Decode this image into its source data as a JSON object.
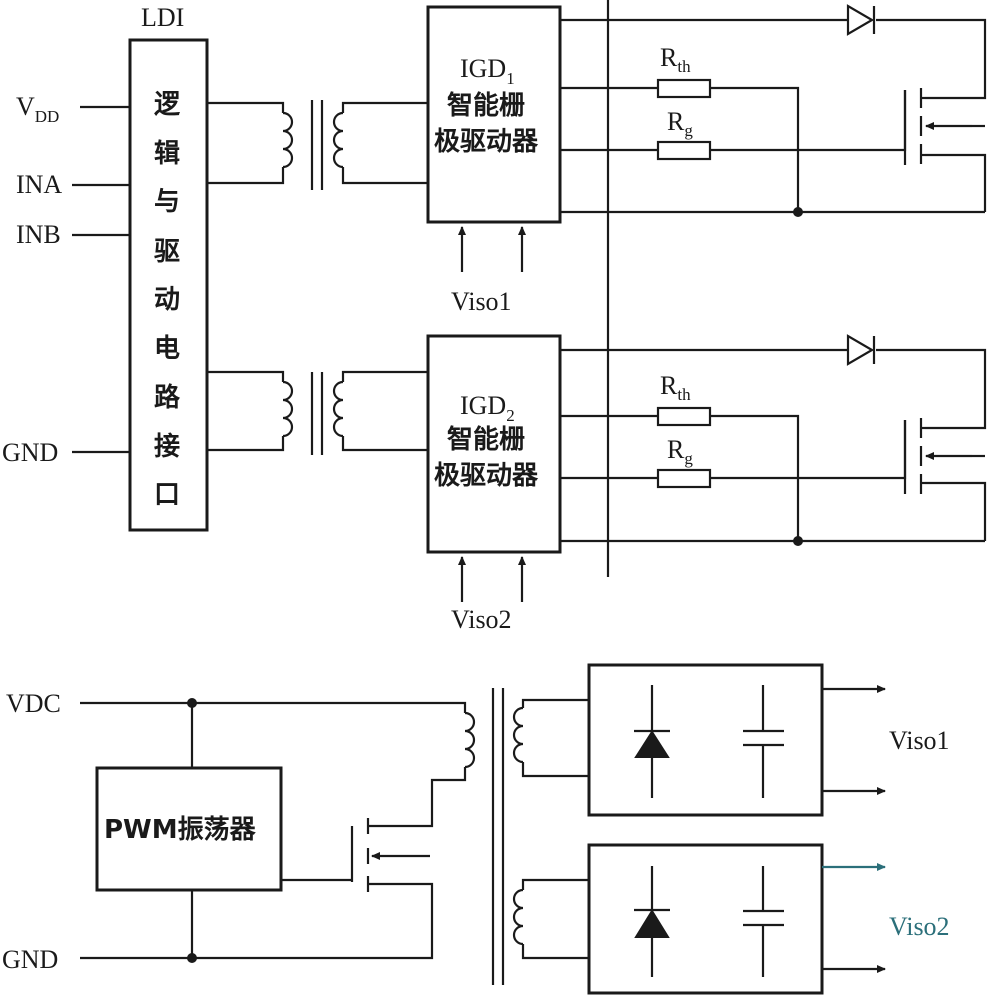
{
  "ldi": {
    "title": "LDI",
    "box_text": [
      "逻",
      "辑",
      "与",
      "驱",
      "动",
      "电",
      "路",
      "接",
      "口"
    ]
  },
  "inputs": {
    "vdd_main": "V",
    "vdd_sub": "DD",
    "ina": "INA",
    "inb": "INB",
    "gnd": "GND"
  },
  "igd1": {
    "name_main": "IGD",
    "name_sub": "1",
    "line1": "智能栅",
    "line2": "极驱动器",
    "supply": "Viso1"
  },
  "igd2": {
    "name_main": "IGD",
    "name_sub": "2",
    "line1": "智能栅",
    "line2": "极驱动器",
    "supply": "Viso2"
  },
  "resistors": {
    "rth_main": "R",
    "rth_sub": "th",
    "rg_main": "R",
    "rg_sub": "g"
  },
  "power_supply": {
    "vdc": "VDC",
    "gnd": "GND",
    "osc": "PWM振荡器",
    "out1": "Viso1",
    "out2": "Viso2",
    "out2_color": "#2b6f7a"
  }
}
